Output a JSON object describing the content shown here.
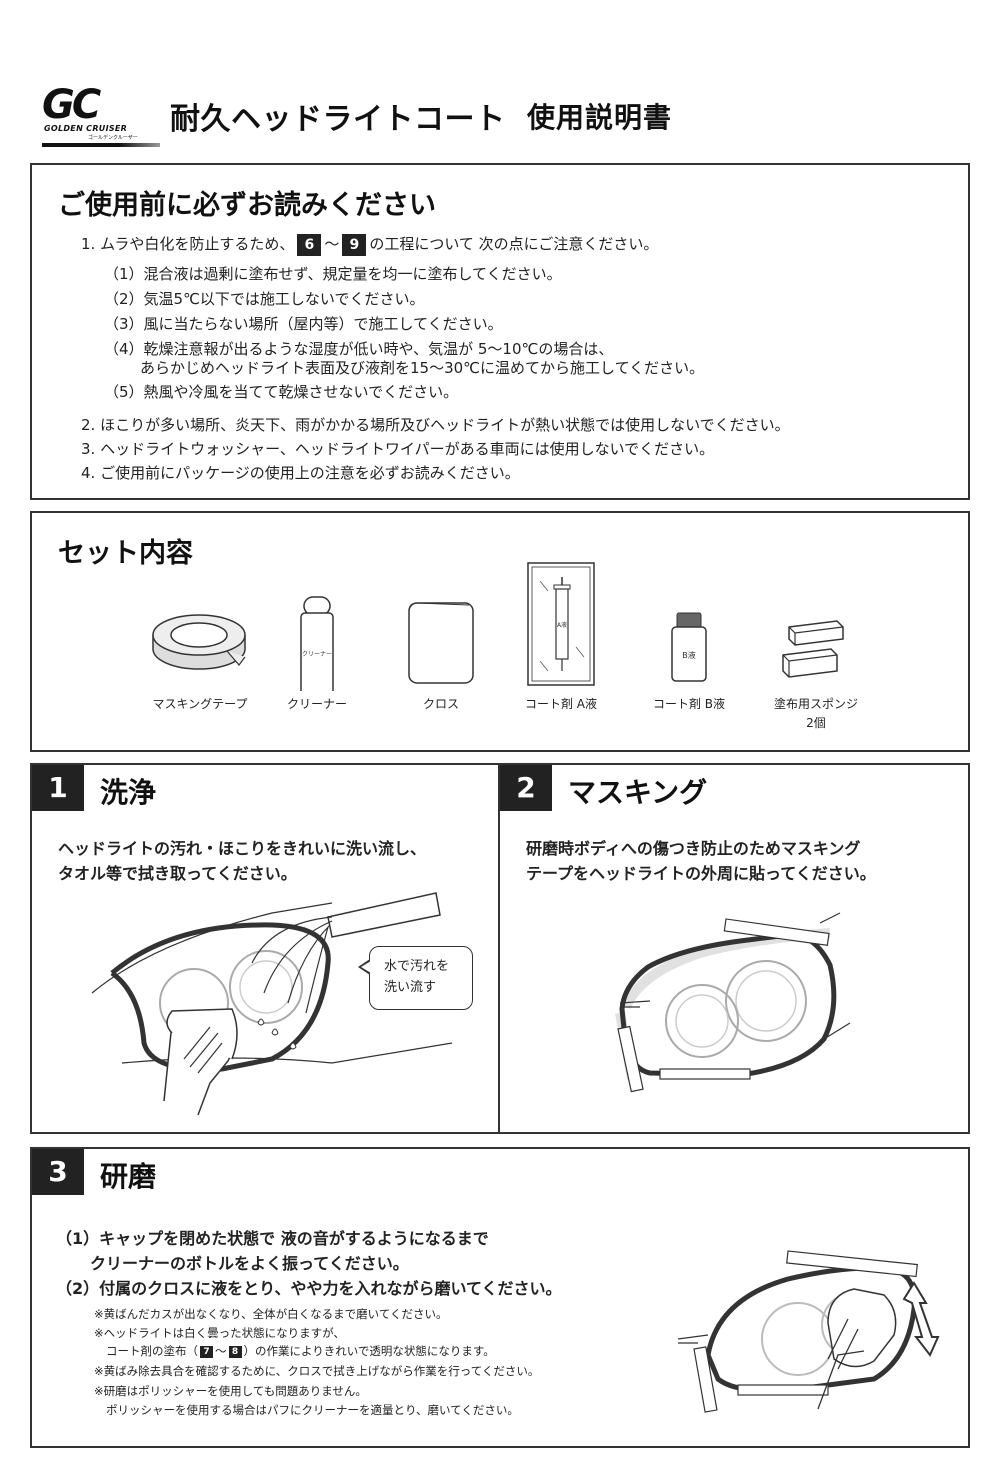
{
  "header": {
    "logo_mark": "GC",
    "logo_brand": "GOLDEN CRUISER",
    "logo_brand_sub": "ゴールデンクルーザー",
    "title": "耐久ヘッドライトコート",
    "subtitle": "使用説明書"
  },
  "warning": {
    "title": "ご使用前に必ずお読みください",
    "item1_prefix": "1. ムラや白化を防止するため、",
    "item1_badge_from": "6",
    "item1_tilde": "～",
    "item1_badge_to": "9",
    "item1_suffix": "の工程について 次の点にご注意ください。",
    "sub": [
      "（1）混合液は過剰に塗布せず、規定量を均一に塗布してください。",
      "（2）気温5℃以下では施工しないでください。",
      "（3）風に当たらない場所（屋内等）で施工してください。",
      "（4）乾燥注意報が出るような湿度が低い時や、気温が 5～10℃の場合は、",
      "あらかじめヘッドライト表面及び液剤を15～30℃に温めてから施工してください。",
      "（5）熱風や冷風を当てて乾燥させないでください。"
    ],
    "items": [
      "2. ほこりが多い場所、炎天下、雨がかかる場所及びヘッドライトが熱い状態では使用しないでください。",
      "3. ヘッドライトウォッシャー、ヘッドライトワイパーがある車両には使用しないでください。",
      "4. ご使用前にパッケージの使用上の注意を必ずお読みください。"
    ]
  },
  "set": {
    "title": "セット内容",
    "items": [
      {
        "label": "マスキングテープ"
      },
      {
        "label": "クリーナー",
        "product_label": "クリーナー"
      },
      {
        "label": "クロス"
      },
      {
        "label": "コート剤 A液",
        "product_label": "A液"
      },
      {
        "label": "コート剤 B液",
        "product_label": "B液"
      },
      {
        "label": "塗布用スポンジ",
        "label2": "2個"
      }
    ]
  },
  "step1": {
    "number": "1",
    "title": "洗浄",
    "text": [
      "ヘッドライトの汚れ・ほこりをきれいに洗い流し、",
      "タオル等で拭き取ってください。"
    ],
    "bubble": [
      "水で汚れを",
      "洗い流す"
    ]
  },
  "step2": {
    "number": "2",
    "title": "マスキング",
    "text": [
      "研磨時ボディへの傷つき防止のためマスキング",
      "テープをヘッドライトの外周に貼ってください。"
    ]
  },
  "step3": {
    "number": "3",
    "title": "研磨",
    "text": [
      "（1）キャップを閉めた状態で 液の音がするようになるまで",
      "クリーナーのボトルをよく振ってください。",
      "（2）付属のクロスに液をとり、やや力を入れながら磨いてください。"
    ],
    "note1": "※黄ばんだカスが出なくなり、全体が白くなるまで磨いてください。",
    "note2": "※ヘッドライトは白く曇った状態になりますが、",
    "note3_prefix": "コート剤の塗布（",
    "note3_badge_from": "7",
    "note3_tilde": "～",
    "note3_badge_to": "8",
    "note3_suffix": "）の作業によりきれいで透明な状態になります。",
    "note4": "※黄ばみ除去具合を確認するために、クロスで拭き上げながら作業を行ってください。",
    "note5": "※研磨はポリッシャーを使用しても問題ありません。",
    "note6": "ポリッシャーを使用する場合はパフにクリーナーを適量とり、磨いてください。"
  }
}
